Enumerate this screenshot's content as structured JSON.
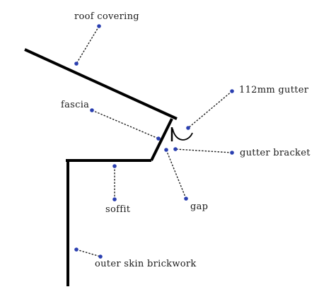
{
  "labels": {
    "roof_covering": "roof  covering",
    "gutter": "112mm  gutter",
    "fascia": "fascia",
    "gutter_bracket": "gutter  bracket",
    "soffit": "soffit",
    "gap": "gap",
    "brickwork": "outer  skin  brickwork"
  },
  "colors": {
    "structure": "#000000",
    "leader_line": "#222222",
    "marker_dot": "#2a3fb0",
    "text": "#1a1a1a"
  }
}
